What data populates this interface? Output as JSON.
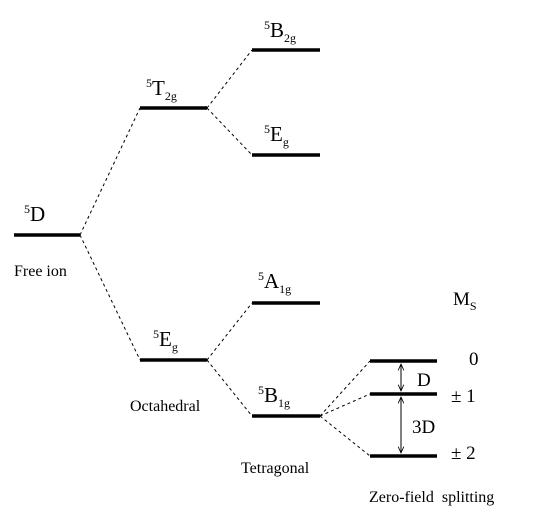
{
  "terms": {
    "free_ion": {
      "sup": "5",
      "main": "D",
      "sub": ""
    },
    "t2g": {
      "sup": "5",
      "main": "T",
      "sub": "2g"
    },
    "eg_oct": {
      "sup": "5",
      "main": "E",
      "sub": "g"
    },
    "b2g": {
      "sup": "5",
      "main": "B",
      "sub": "2g"
    },
    "eg_tet": {
      "sup": "5",
      "main": "E",
      "sub": "g"
    },
    "a1g": {
      "sup": "5",
      "main": "A",
      "sub": "1g"
    },
    "b1g": {
      "sup": "5",
      "main": "B",
      "sub": "1g"
    }
  },
  "labels": {
    "free_ion": "Free ion",
    "octahedral": "Octahedral",
    "tetragonal": "Tetragonal",
    "zero_field": "Zero-field  splitting"
  },
  "ms": {
    "header_main": "M",
    "header_sub": "S",
    "values": [
      "0",
      "± 1",
      "± 2"
    ]
  },
  "gaps": {
    "small": "D",
    "large": "3D"
  }
}
